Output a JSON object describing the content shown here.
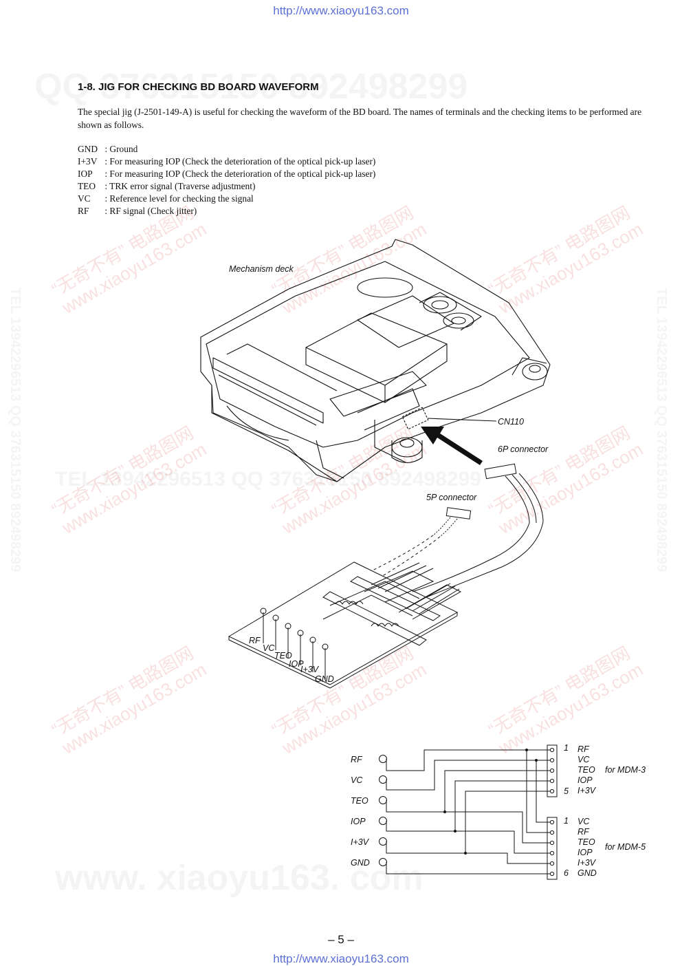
{
  "header": {
    "url": "http://www.xiaoyu163.com"
  },
  "footer": {
    "url": "http://www.xiaoyu163.com",
    "page_number": "– 5 –"
  },
  "section": {
    "title": "1-8. JIG FOR CHECKING BD BOARD WAVEFORM",
    "intro": "The special jig (J-2501-149-A) is useful for checking the waveform of the BD board. The names of terminals and the checking items to be performed are shown as follows."
  },
  "terminals": [
    {
      "name": "GND",
      "desc": ": Ground"
    },
    {
      "name": "I+3V",
      "desc": ": For measuring IOP (Check the deterioration of the optical pick-up laser)"
    },
    {
      "name": "IOP",
      "desc": ": For measuring IOP (Check the deterioration of the optical pick-up laser)"
    },
    {
      "name": "TEO",
      "desc": ": TRK error signal (Traverse adjustment)"
    },
    {
      "name": "VC",
      "desc": ": Reference level for checking the signal"
    },
    {
      "name": "RF",
      "desc": ": RF signal (Check jitter)"
    }
  ],
  "illustration": {
    "mechanism_deck": "Mechanism deck",
    "cn110": "CN110",
    "connector_6p": "6P connector",
    "connector_5p": "5P connector",
    "pins": [
      "RF",
      "VC",
      "TEO",
      "IOP",
      "I+3V",
      "GND"
    ]
  },
  "schematic": {
    "left_terminals": [
      "RF",
      "VC",
      "TEO",
      "IOP",
      "I+3V",
      "GND"
    ],
    "mdm3": {
      "pins": [
        "RF",
        "VC",
        "TEO",
        "IOP",
        "I+3V"
      ],
      "first": "1",
      "last": "5",
      "label": "for MDM-3"
    },
    "mdm5": {
      "pins": [
        "VC",
        "RF",
        "TEO",
        "IOP",
        "I+3V",
        "GND"
      ],
      "first": "1",
      "last": "6",
      "label": "for MDM-5"
    }
  },
  "watermarks": {
    "top_line": "QQ 376315150   892498299",
    "mid_line": "TEL 13942296513   QQ 376315150   892498299",
    "bottom_line": "www. xiaoyu163. com",
    "side_line": "TEL 13942296513 QQ 376315150 892498299",
    "stamp_a": "“无奇不有” 电路图网",
    "stamp_b": "www.xiaoyu163.com"
  }
}
